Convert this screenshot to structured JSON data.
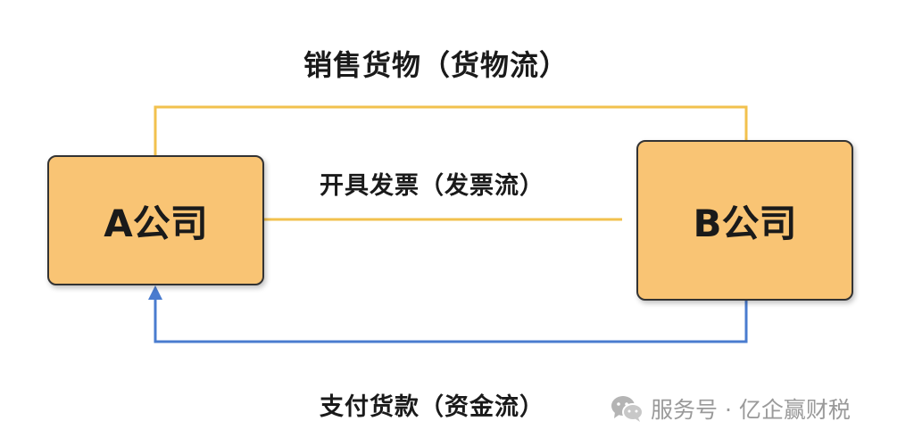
{
  "flows": {
    "goods_label": "销售货物（货物流）",
    "invoice_label": "开具发票（发票流）",
    "payment_label": "支付货款（资金流）"
  },
  "companies": {
    "a_name": "A公司",
    "b_name": "B公司"
  },
  "colors": {
    "goods_line": "#f2c14e",
    "invoice_line": "#f2c14e",
    "payment_line": "#4a7ccf",
    "box_fill": "#f9c474"
  },
  "watermark": {
    "icon": "wechat-icon",
    "text": "服务号 · 亿企赢财税"
  }
}
